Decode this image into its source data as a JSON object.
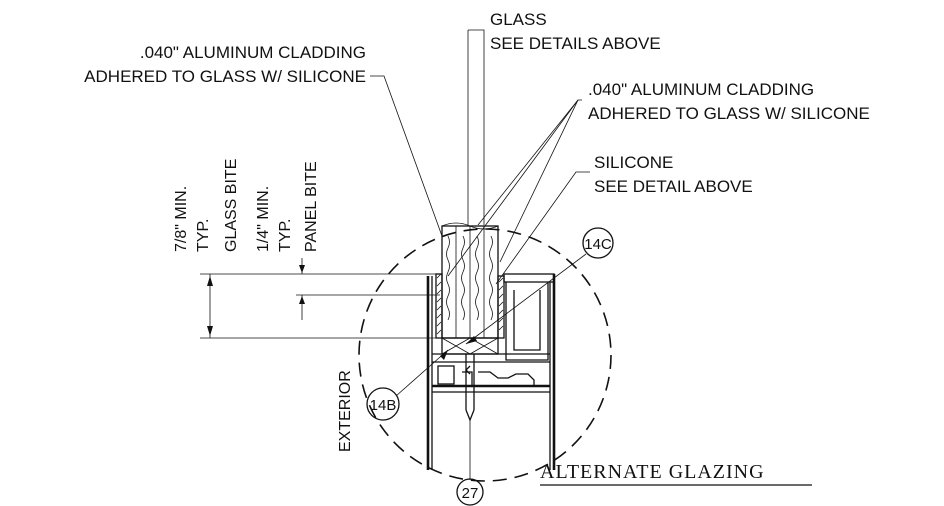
{
  "labels": {
    "glass_line1": "GLASS",
    "glass_line2": "SEE DETAILS ABOVE",
    "clad_left_line1": ".040\" ALUMINUM CLADDING",
    "clad_left_line2": "ADHERED TO GLASS W/ SILICONE",
    "clad_right_line1": ".040\" ALUMINUM CLADDING",
    "clad_right_line2": "ADHERED TO GLASS W/ SILICONE",
    "silicone_line1": "SILICONE",
    "silicone_line2": "SEE DETAIL ABOVE",
    "glass_bite_dim": "7/8\" MIN.",
    "glass_bite_typ": "TYP.",
    "glass_bite_name": "GLASS BITE",
    "panel_bite_dim": "1/4\" MIN.",
    "panel_bite_typ": "TYP.",
    "panel_bite_name": "PANEL BITE",
    "exterior": "EXTERIOR",
    "title": "ALTERNATE GLAZING"
  },
  "callouts": {
    "c14c": "14C",
    "c14b": "14B",
    "c27": "27"
  }
}
